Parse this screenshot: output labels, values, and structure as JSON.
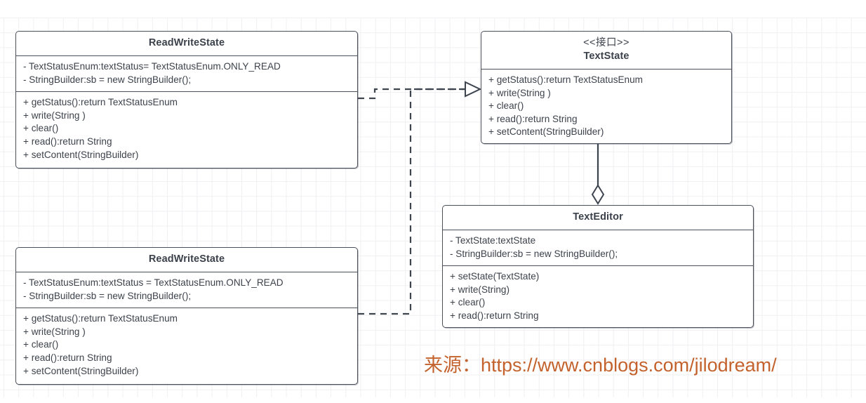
{
  "diagram": {
    "type": "uml-class-diagram",
    "background": "#ffffff",
    "grid_color": "#f0f0f2",
    "border_color": "#4a505a",
    "text_color": "#3c424b",
    "accent_color": "#c3622c"
  },
  "classes": {
    "read_write_state_top": {
      "name": "ReadWriteState",
      "attributes": [
        "- TextStatusEnum:textStatus= TextStatusEnum.ONLY_READ",
        "- StringBuilder:sb = new StringBuilder();"
      ],
      "methods": [
        "+ getStatus():return TextStatusEnum",
        "+ write(String )",
        "+ clear()",
        "+ read():return String",
        "+ setContent(StringBuilder)"
      ]
    },
    "read_write_state_bottom": {
      "name": "ReadWriteState",
      "attributes": [
        "- TextStatusEnum:textStatus = TextStatusEnum.ONLY_READ",
        "- StringBuilder:sb = new StringBuilder();"
      ],
      "methods": [
        "+ getStatus():return TextStatusEnum",
        "+ write(String )",
        "+ clear()",
        "+ read():return String",
        "+ setContent(StringBuilder)"
      ]
    },
    "text_state": {
      "stereotype": "<<接口>>",
      "name": "TextState",
      "methods": [
        "+ getStatus():return TextStatusEnum",
        "+ write(String )",
        "+ clear()",
        "+ read():return String",
        "+ setContent(StringBuilder)"
      ]
    },
    "text_editor": {
      "name": "TextEditor",
      "attributes": [
        "- TextState:textState",
        "- StringBuilder:sb = new StringBuilder();"
      ],
      "methods": [
        "+ setState(TextState)",
        "+ write(String)",
        "+ clear()",
        "+ read():return String"
      ]
    }
  },
  "relations": [
    {
      "id": "realization-top",
      "kind": "realization",
      "style": "dashed",
      "arrow": "hollow-triangle",
      "from": "read_write_state_top",
      "to": "text_state"
    },
    {
      "id": "realization-bottom",
      "kind": "realization",
      "style": "dashed",
      "arrow": "hollow-triangle",
      "from": "read_write_state_bottom",
      "to": "text_state"
    },
    {
      "id": "aggregation",
      "kind": "aggregation",
      "style": "solid",
      "arrow": "hollow-diamond",
      "from": "text_state",
      "to": "text_editor"
    }
  ],
  "watermark": {
    "text": "来源：https://www.cnblogs.com/jilodream/"
  }
}
